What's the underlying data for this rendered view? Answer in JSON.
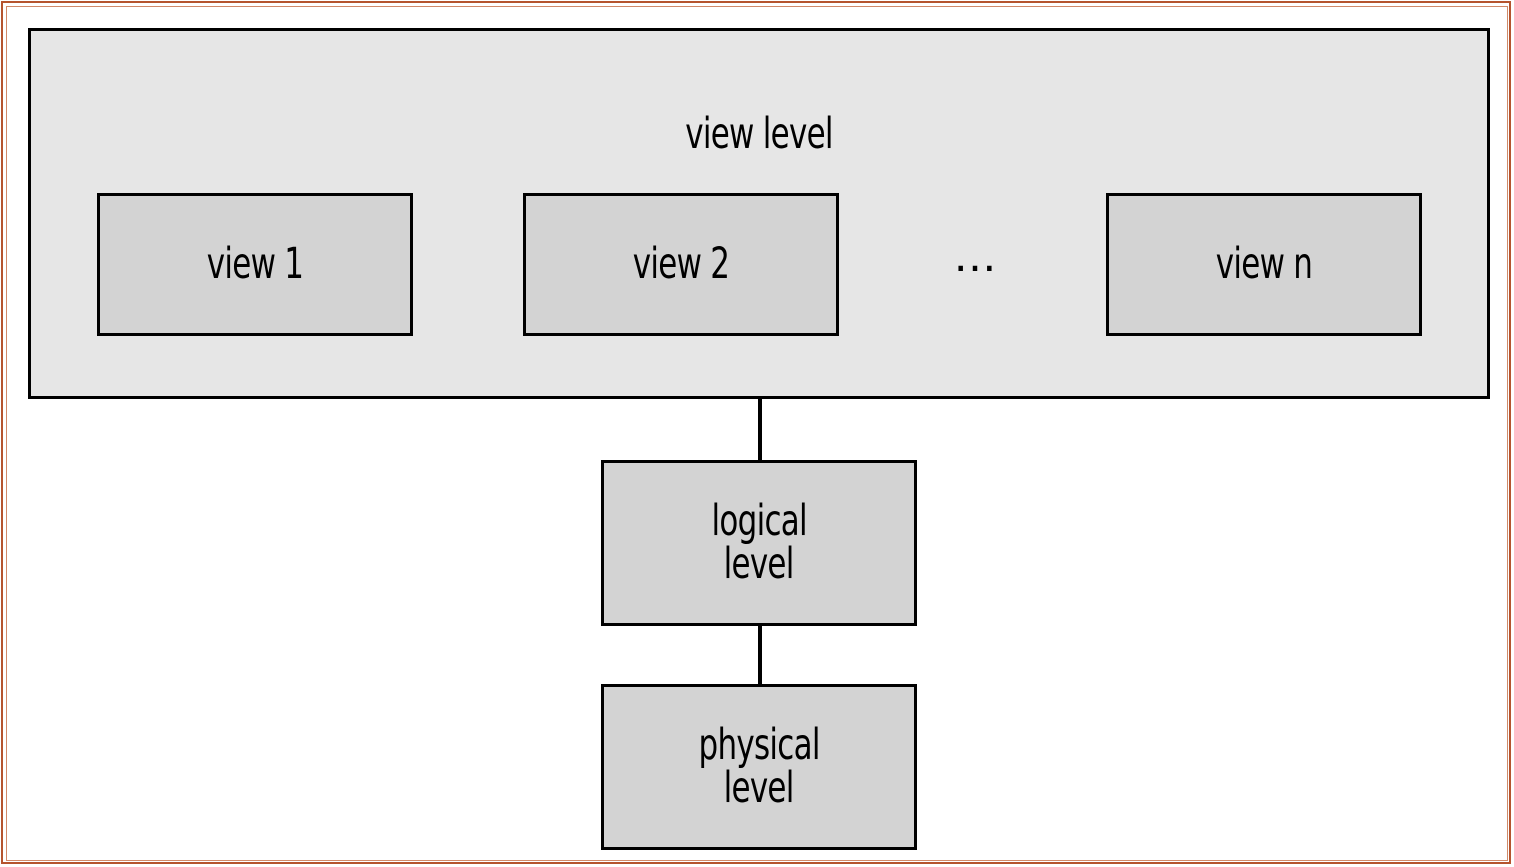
{
  "diagram": {
    "view_level": {
      "title": "view level",
      "views": [
        {
          "label": "view 1"
        },
        {
          "label": "view 2"
        },
        {
          "label": "view n"
        }
      ],
      "ellipsis": "…"
    },
    "logical_level": {
      "line1": "logical",
      "line2": "level"
    },
    "physical_level": {
      "line1": "physical",
      "line2": "level"
    },
    "colors": {
      "frame_border": "#b5542e",
      "outer_fill": "#e6e6e6",
      "box_fill": "#d3d3d3",
      "stroke": "#000000"
    }
  }
}
